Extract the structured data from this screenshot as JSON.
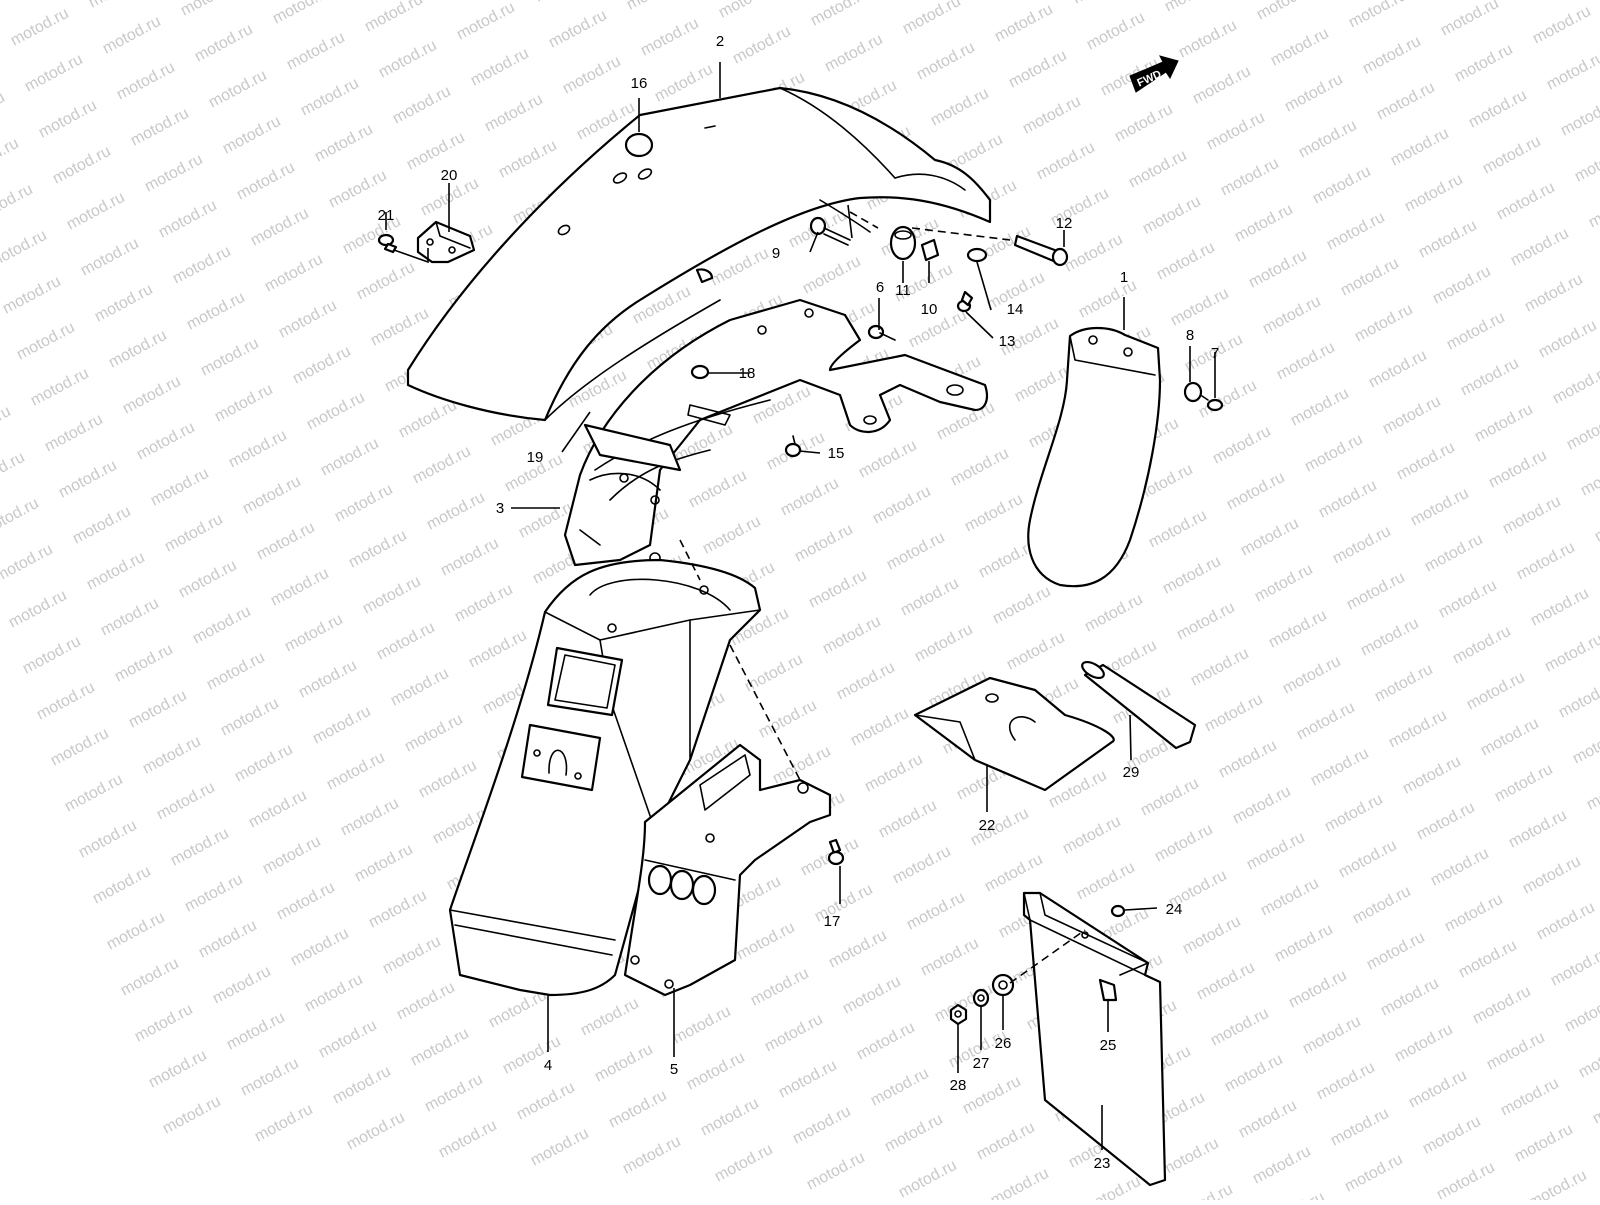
{
  "watermark": {
    "text": "motod.ru"
  },
  "fwd_badge": {
    "label": "FWD"
  },
  "callouts": [
    {
      "id": "1",
      "label": "1"
    },
    {
      "id": "2",
      "label": "2"
    },
    {
      "id": "3",
      "label": "3"
    },
    {
      "id": "4",
      "label": "4"
    },
    {
      "id": "5",
      "label": "5"
    },
    {
      "id": "6",
      "label": "6"
    },
    {
      "id": "7",
      "label": "7"
    },
    {
      "id": "8",
      "label": "8"
    },
    {
      "id": "9",
      "label": "9"
    },
    {
      "id": "10",
      "label": "10"
    },
    {
      "id": "11",
      "label": "11"
    },
    {
      "id": "12",
      "label": "12"
    },
    {
      "id": "13",
      "label": "13"
    },
    {
      "id": "14",
      "label": "14"
    },
    {
      "id": "15",
      "label": "15"
    },
    {
      "id": "16",
      "label": "16"
    },
    {
      "id": "17",
      "label": "17"
    },
    {
      "id": "18",
      "label": "18"
    },
    {
      "id": "19",
      "label": "19"
    },
    {
      "id": "20",
      "label": "20"
    },
    {
      "id": "21",
      "label": "21"
    },
    {
      "id": "22",
      "label": "22"
    },
    {
      "id": "23",
      "label": "23"
    },
    {
      "id": "24",
      "label": "24"
    },
    {
      "id": "25",
      "label": "25"
    },
    {
      "id": "26",
      "label": "26"
    },
    {
      "id": "27",
      "label": "27"
    },
    {
      "id": "28",
      "label": "28"
    },
    {
      "id": "29",
      "label": "29"
    }
  ]
}
